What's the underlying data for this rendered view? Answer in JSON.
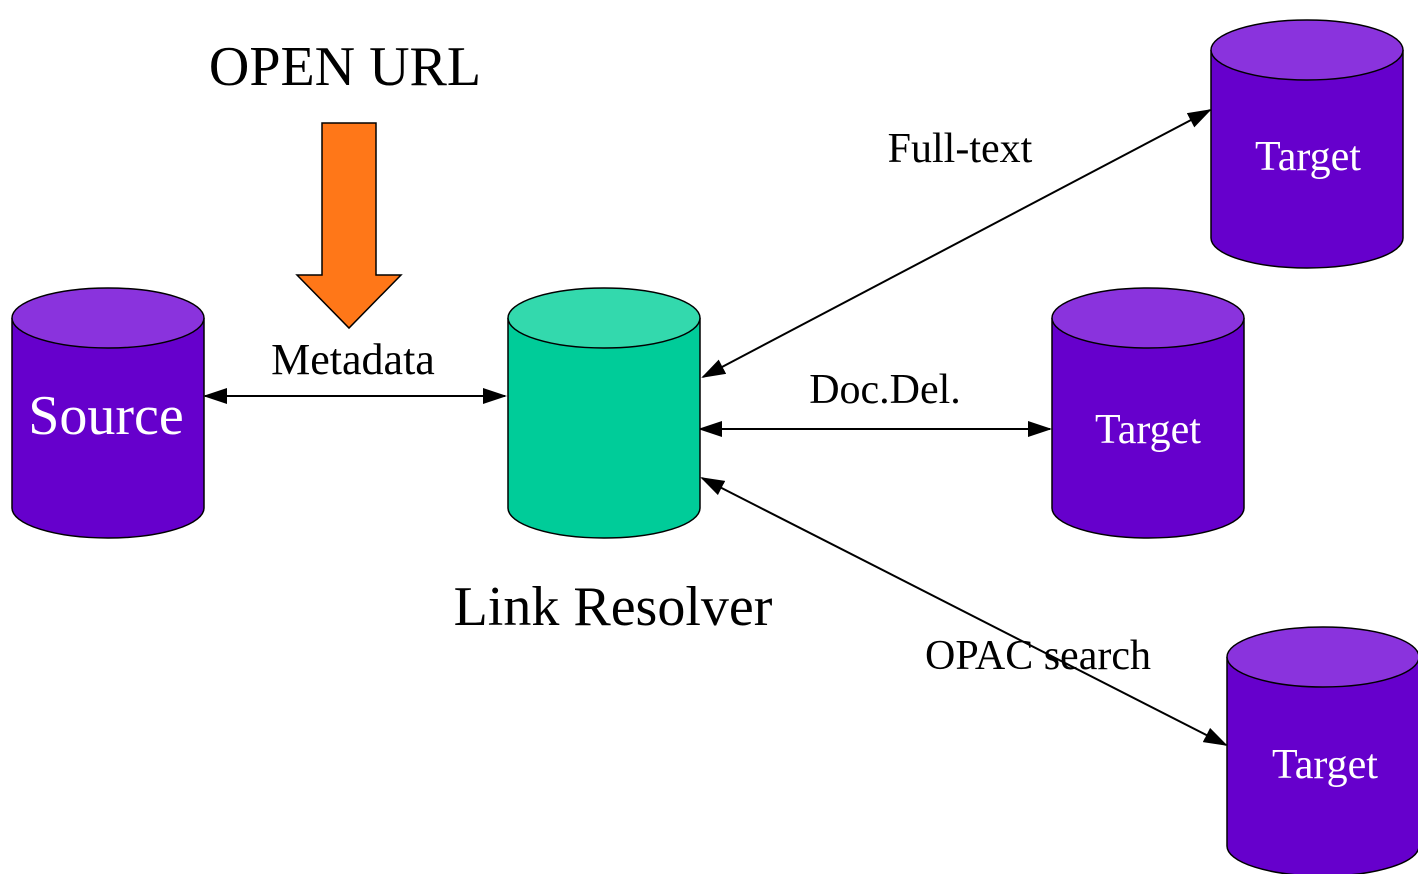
{
  "title": "OPEN URL",
  "resolver_label": "Link Resolver",
  "source": {
    "label": "Source"
  },
  "resolver": {
    "label": ""
  },
  "edges": {
    "metadata": "Metadata",
    "fulltext": "Full-text",
    "docdel": "Doc.Del.",
    "opac": "OPAC search"
  },
  "targets": [
    {
      "label": "Target"
    },
    {
      "label": "Target"
    },
    {
      "label": "Target"
    }
  ],
  "colors": {
    "db_body": "#6600CC",
    "db_top": "#8A33DD",
    "resolver_body": "#00CC99",
    "resolver_top": "#33D9AD",
    "openurl_arrow": "#FF7718"
  }
}
